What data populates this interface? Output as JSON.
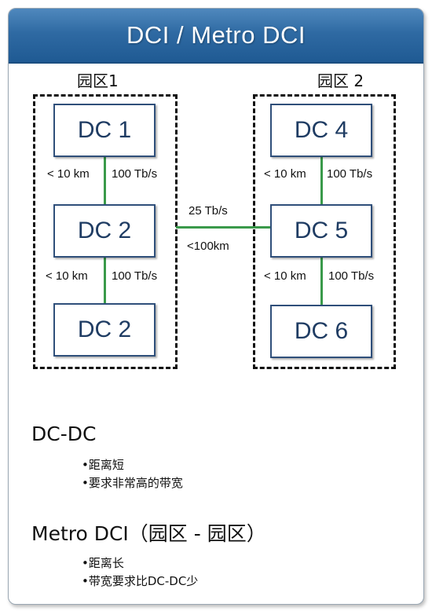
{
  "header": {
    "title": "DCI / Metro DCI"
  },
  "zones": [
    {
      "label": "园区1"
    },
    {
      "label": "园区 2"
    }
  ],
  "datacenters": [
    "DC 1",
    "DC 2",
    "DC 2",
    "DC 4",
    "DC 5",
    "DC 6"
  ],
  "links": {
    "left_top": {
      "distance": "< 10  km",
      "bandwidth": "100 Tb/s"
    },
    "left_bottom": {
      "distance": "< 10  km",
      "bandwidth": "100 Tb/s"
    },
    "right_top": {
      "distance": "< 10  km",
      "bandwidth": "100 Tb/s"
    },
    "right_bottom": {
      "distance": "< 10  km",
      "bandwidth": "100 Tb/s"
    },
    "inter": {
      "bandwidth": "25 Tb/s",
      "distance": "<100km"
    }
  },
  "sections": [
    {
      "title": "DC-DC",
      "bullets": [
        "•距离短",
        "•要求非常高的带宽"
      ]
    },
    {
      "title": "Metro DCI（园区 - 园区）",
      "bullets": [
        "•距离长",
        "•带宽要求比DC-DC少"
      ]
    }
  ],
  "colors": {
    "header": "#2f6aa3",
    "link": "#3a9a4a",
    "dc_border": "#2f4f7a",
    "dc_text": "#1f3c63"
  }
}
